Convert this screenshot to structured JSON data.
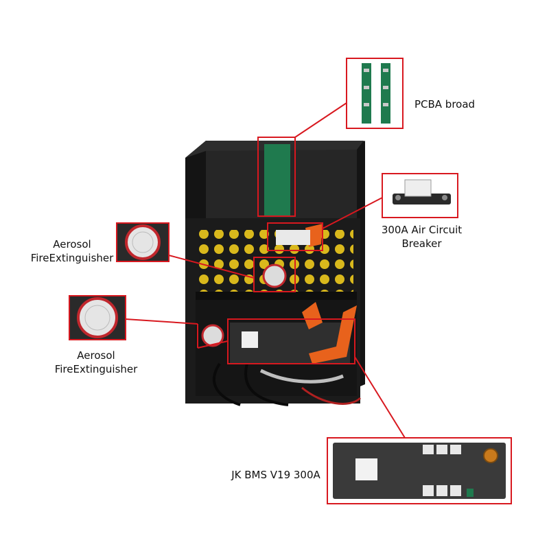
{
  "labels": {
    "pcba": "PCBA broad",
    "breaker_line1": "300A Air Circuit",
    "breaker_line2": "Breaker",
    "fire_top_line1": "Aerosol",
    "fire_top_line2": "FireExtinguisher",
    "fire_bottom_line1": "Aerosol",
    "fire_bottom_line2": "FireExtinguisher",
    "bms": "JK BMS V19 300A"
  },
  "colors": {
    "callout": "#d8181f",
    "cabinet": "#1b1b1b",
    "panel_yellow": "#d9b81c",
    "pcb_green": "#1f7a4e",
    "copper_orange": "#e8621c"
  }
}
